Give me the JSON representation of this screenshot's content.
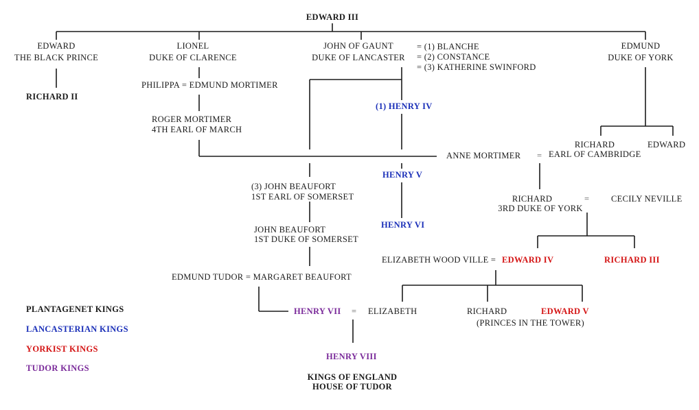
{
  "colors": {
    "plantagenet": "#1a1a1a",
    "lancastrian": "#1a2fb8",
    "yorkist": "#d41414",
    "tudor": "#7a2a9a",
    "line": "#1a1a1a"
  },
  "people": {
    "edward_iii": "EDWARD III",
    "black_prince_1": "EDWARD",
    "black_prince_2": "THE BLACK PRINCE",
    "lionel_1": "LIONEL",
    "lionel_2": "DUKE OF CLARENCE",
    "gaunt_1": "JOHN OF GAUNT",
    "gaunt_2": "DUKE OF LANCASTER",
    "wife_1": "= (1) BLANCHE",
    "wife_2": "= (2) CONSTANCE",
    "wife_3": "= (3) KATHERINE SWINFORD",
    "edmund_1": "EDMUND",
    "edmund_2": "DUKE OF YORK",
    "richard_ii": "RICHARD II",
    "philippa": "PHILIPPA = EDMUND MORTIMER",
    "henry_iv": "(1) HENRY IV",
    "roger_1": "ROGER MORTIMER",
    "roger_2": "4TH EARL OF MARCH",
    "richard_cambridge_1": "RICHARD",
    "richard_cambridge_2": "EARL OF CAMBRIDGE",
    "edward_york_son": "EDWARD",
    "anne_mortimer": "ANNE  MORTIMER",
    "equals": "=",
    "henry_v": "HENRY V",
    "john_beaufort_1": "(3) JOHN BEAUFORT",
    "john_beaufort_2": "1ST EARL OF SOMERSET",
    "richard_3rd_1": "RICHARD",
    "richard_3rd_2": "3RD DUKE OF YORK",
    "cecily": "CECILY NEVILLE",
    "henry_vi": "HENRY VI",
    "jb_duke_1": "JOHN BEAUFORT",
    "jb_duke_2": "1ST DUKE OF SOMERSET",
    "elizabeth_woodville": "ELIZABETH WOOD VILLE =",
    "edward_iv": "EDWARD IV",
    "richard_iii": "RICHARD III",
    "edmund_tudor": "EDMUND TUDOR  = MARGARET BEAUFORT",
    "henry_vii": "HENRY VII",
    "elizabeth": "ELIZABETH",
    "richard_prince": "RICHARD",
    "edward_v": "EDWARD V",
    "princes": "(PRINCES IN THE TOWER)",
    "henry_viii": "HENRY VIII"
  },
  "legend": {
    "plantagenet": "PLANTAGENET KINGS",
    "lancastrian": "LANCASTERIAN KINGS",
    "yorkist": "YORKIST KINGS",
    "tudor": "TUDOR KINGS"
  },
  "footer": {
    "line1": "KINGS OF ENGLAND",
    "line2": "HOUSE OF TUDOR"
  }
}
